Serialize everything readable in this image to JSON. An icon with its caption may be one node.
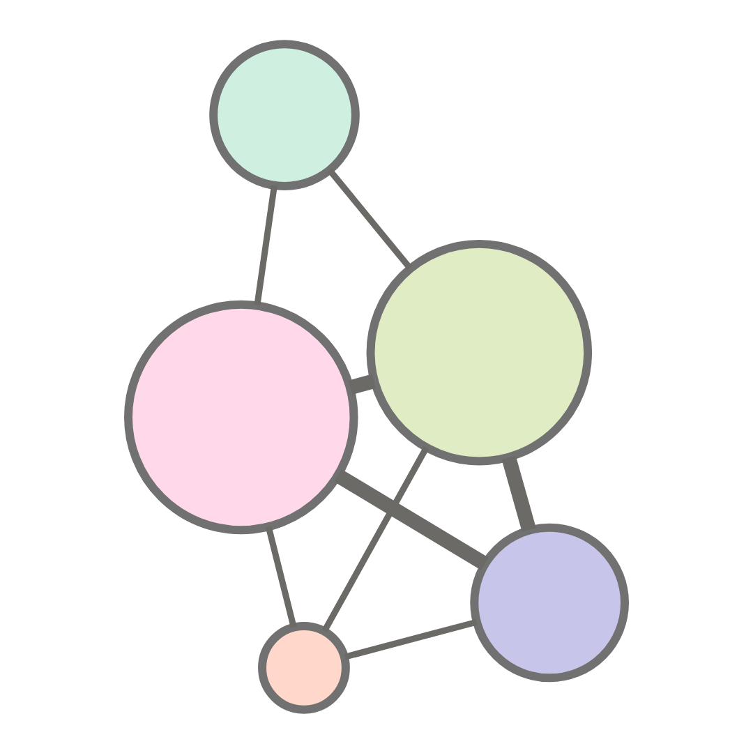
{
  "diagram": {
    "nodes": [
      {
        "text": [],
        "shape": "circle"
      },
      {
        "text": [],
        "shape": "circle"
      },
      {
        "text": [],
        "shape": "circle"
      },
      {
        "text": [],
        "shape": "circle"
      },
      {
        "text": [],
        "shape": "circle"
      }
    ],
    "edges": [
      {
        "from": 1,
        "to": 0,
        "arrow": "none"
      },
      {
        "from": 0,
        "to": 2,
        "arrow": "none"
      },
      {
        "from": 0,
        "to": 4,
        "arrow": "none"
      },
      {
        "from": 1,
        "to": 2,
        "arrow": "none",
        "style": "thick"
      },
      {
        "from": 1,
        "to": 4,
        "arrow": "none",
        "style": "thick"
      },
      {
        "from": 2,
        "to": 4,
        "arrow": "none",
        "style": "thick"
      },
      {
        "from": 2,
        "to": 3,
        "arrow": "none"
      },
      {
        "from": 3,
        "to": 4,
        "arrow": "none"
      }
    ]
  }
}
